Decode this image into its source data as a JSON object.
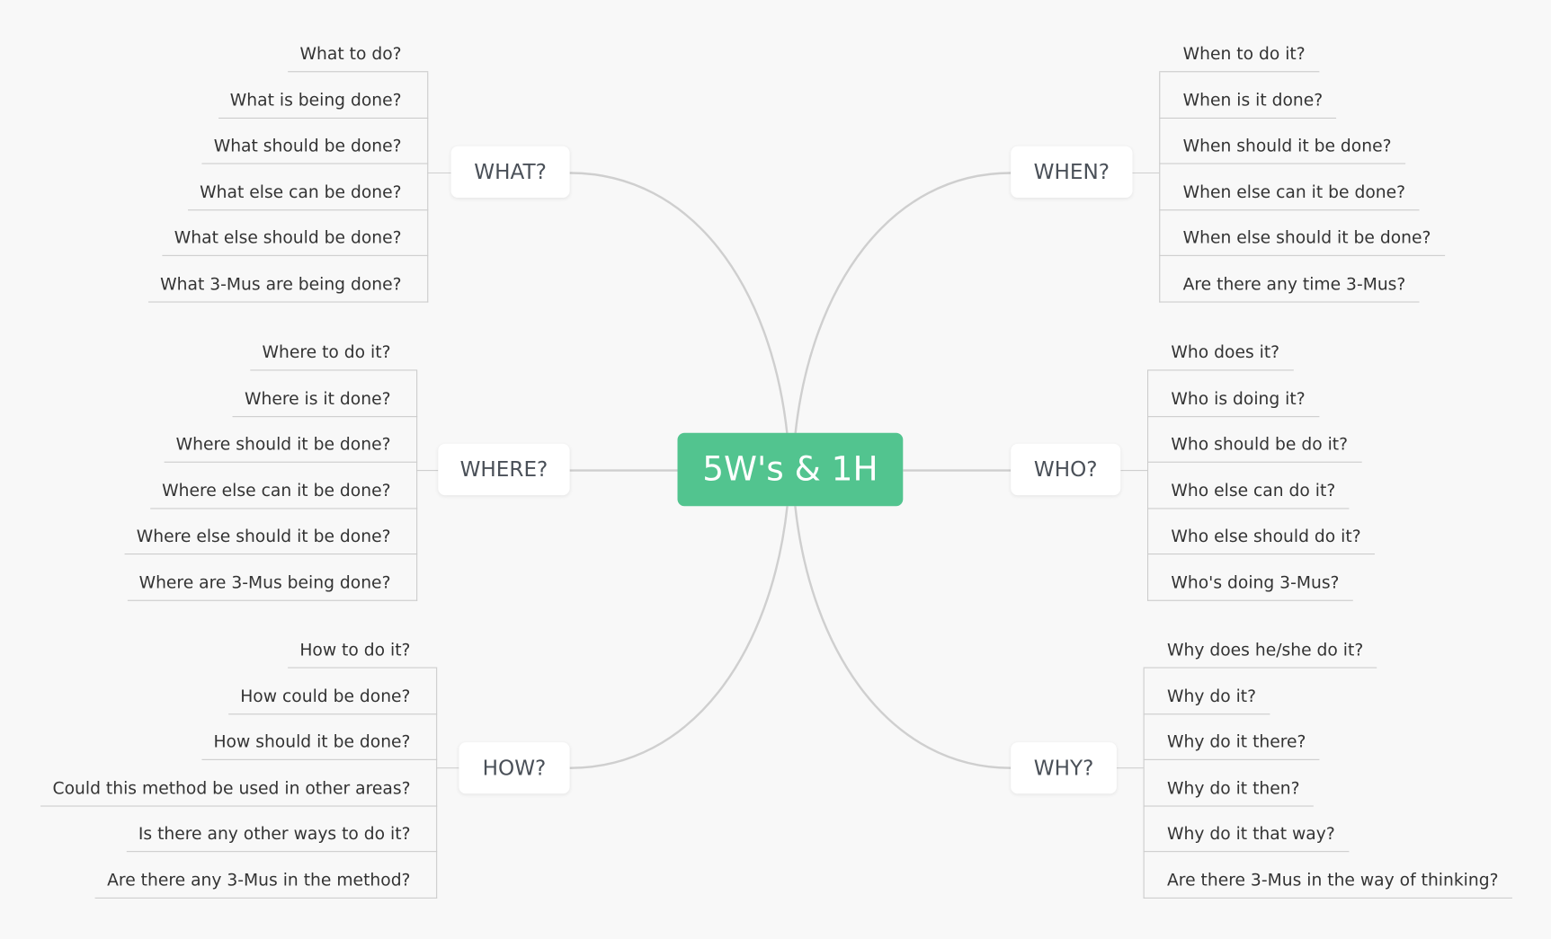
{
  "center": {
    "label": "5W's & 1H",
    "color": "#52c48f"
  },
  "branches": [
    {
      "key": "what",
      "label": "WHAT?",
      "side": "left",
      "items": [
        "What to do?",
        "What is being done?",
        "What should be done?",
        "What else can be done?",
        "What else should be done?",
        "What 3-Mus are being done?"
      ]
    },
    {
      "key": "where",
      "label": "WHERE?",
      "side": "left",
      "items": [
        "Where to do it?",
        "Where is it done?",
        "Where should it be done?",
        "Where else can it be done?",
        "Where else should it be done?",
        "Where are 3-Mus being done?"
      ]
    },
    {
      "key": "how",
      "label": "HOW?",
      "side": "left",
      "items": [
        "How to do it?",
        "How could be done?",
        "How should it be done?",
        "Could this method be used in other areas?",
        "Is there any other ways to do it?",
        "Are there any 3-Mus in the method?"
      ]
    },
    {
      "key": "when",
      "label": "WHEN?",
      "side": "right",
      "items": [
        "When to do it?",
        "When is it done?",
        "When should it be done?",
        "When else can it be done?",
        "When else should it be done?",
        "Are there any time 3-Mus?"
      ]
    },
    {
      "key": "who",
      "label": "WHO?",
      "side": "right",
      "items": [
        "Who does it?",
        "Who is doing it?",
        "Who should be do it?",
        "Who else can do it?",
        "Who else should do it?",
        "Who's doing 3-Mus?"
      ]
    },
    {
      "key": "why",
      "label": "WHY?",
      "side": "right",
      "items": [
        "Why does he/she do it?",
        "Why do it?",
        "Why do it there?",
        "Why do it then?",
        "Why do it that way?",
        "Are there 3-Mus in the way of thinking?"
      ]
    }
  ]
}
